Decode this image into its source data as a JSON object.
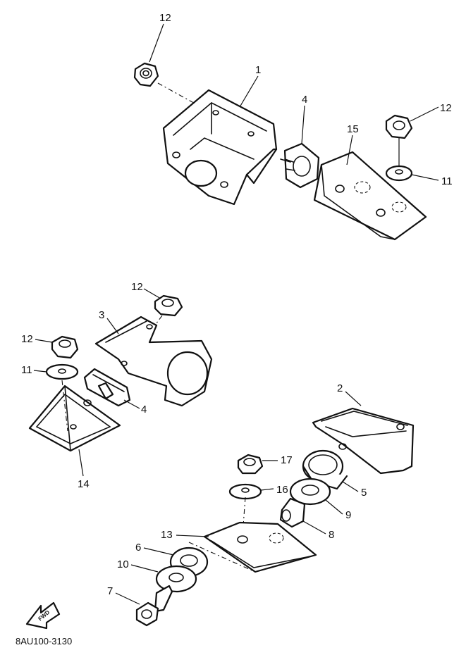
{
  "diagram": {
    "code": "8AU100-3130",
    "fwd_label": "FWD",
    "callouts": {
      "c1": "1",
      "c2": "2",
      "c3": "3",
      "c4a": "4",
      "c4b": "4",
      "c5": "5",
      "c6": "6",
      "c7": "7",
      "c8": "8",
      "c9": "9",
      "c10": "10",
      "c11a": "11",
      "c11b": "11",
      "c12a": "12",
      "c12b": "12",
      "c12c": "12",
      "c12d": "12",
      "c13": "13",
      "c14": "14",
      "c15": "15",
      "c16": "16",
      "c17": "17"
    }
  }
}
